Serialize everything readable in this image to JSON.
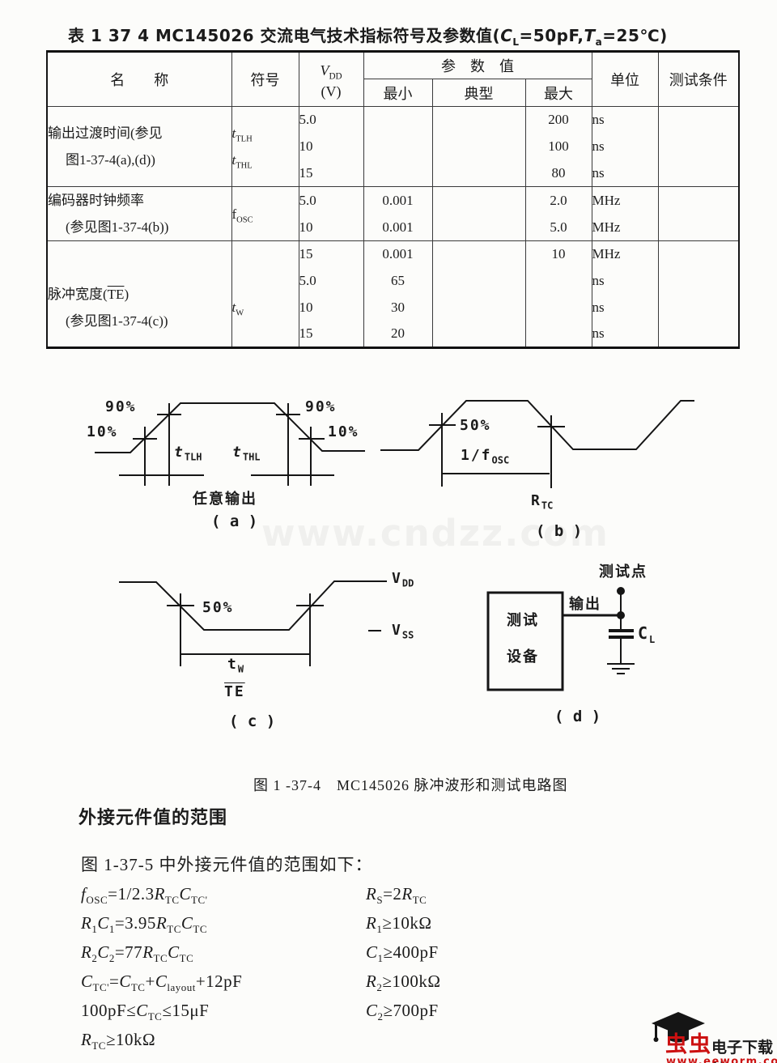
{
  "title_segments": [
    {
      "t": "表 1  37  4    MC145026 交流电气技术指标符号及参数值("
    },
    {
      "v": "C",
      "sub": "L"
    },
    {
      "t": "=50pF,"
    },
    {
      "v": "T",
      "sub": "a"
    },
    {
      "t": "=25℃)"
    }
  ],
  "table": {
    "col_name": "名　　称",
    "col_symbol": "符号",
    "col_vdd": [
      {
        "v": "V",
        "sub": "DD"
      }
    ],
    "col_vdd2": "(V)",
    "col_param": "参　数　值",
    "col_min": "最小",
    "col_typ": "典型",
    "col_max": "最大",
    "col_unit": "单位",
    "col_cond": "测试条件",
    "rows": {
      "g1": {
        "name1": "输出过渡时间(参见",
        "name2": "图1-37-4(a),(d))",
        "sym1": [
          {
            "v": "t",
            "sub": "TLH"
          }
        ],
        "sym2": [
          {
            "v": "t",
            "sub": "THL"
          }
        ],
        "lines": [
          {
            "vdd": "5.0",
            "min": "",
            "typ": "",
            "max": "200",
            "unit": "ns",
            "cond": ""
          },
          {
            "vdd": "10",
            "min": "",
            "typ": "",
            "max": "100",
            "unit": "ns",
            "cond": ""
          },
          {
            "vdd": "15",
            "min": "",
            "typ": "",
            "max": "80",
            "unit": "ns",
            "cond": ""
          }
        ]
      },
      "g2": {
        "name1": "编码器时钟频率",
        "name2": "(参见图1-37-4(b))",
        "sym": [
          {
            "t": "f",
            "sub": "OSC"
          }
        ],
        "lines": [
          {
            "vdd": "5.0",
            "min": "0.001",
            "typ": "",
            "max": "2.0",
            "unit": "MHz",
            "cond": ""
          },
          {
            "vdd": "10",
            "min": "0.001",
            "typ": "",
            "max": "5.0",
            "unit": "MHz",
            "cond": ""
          }
        ]
      },
      "g3": {
        "name1": [
          {
            "t": "脉冲宽度("
          },
          {
            "t": "TE",
            "ol": true
          },
          {
            "t": ")"
          }
        ],
        "name2": "(参见图1-37-4(c))",
        "sym": [
          {
            "v": "t",
            "sub": "W"
          }
        ],
        "lines": [
          {
            "vdd": "15",
            "min": "0.001",
            "typ": "",
            "max": "10",
            "unit": "MHz",
            "cond": ""
          },
          {
            "vdd": "5.0",
            "min": "65",
            "typ": "",
            "max": "",
            "unit": "ns",
            "cond": ""
          },
          {
            "vdd": "10",
            "min": "30",
            "typ": "",
            "max": "",
            "unit": "ns",
            "cond": ""
          },
          {
            "vdd": "15",
            "min": "20",
            "typ": "",
            "max": "",
            "unit": "ns",
            "cond": ""
          }
        ]
      }
    }
  },
  "diagrams": {
    "a": {
      "p90_left": "90%",
      "p10_left": "10%",
      "t_tlh": [
        {
          "v": "t",
          "sub": "TLH"
        }
      ],
      "t_thl": [
        {
          "v": "t",
          "sub": "THL"
        }
      ],
      "p90_right": "90%",
      "p10_right": "10%",
      "caption_cn": "任意输出",
      "tag": "( a )"
    },
    "b": {
      "p50": "50%",
      "period": [
        {
          "t": "1/f",
          "sub": "OSC"
        }
      ],
      "pin": [
        {
          "t": "R",
          "sub": "TC"
        }
      ],
      "tag": "( b )"
    },
    "c": {
      "p50": "50%",
      "t_w": [
        {
          "t": "t",
          "sub": "W"
        }
      ],
      "te": [
        {
          "t": "TE",
          "ol": true
        }
      ],
      "vdd": [
        {
          "t": "V",
          "sub": "DD"
        }
      ],
      "vss": [
        {
          "t": "V",
          "sub": "SS"
        }
      ],
      "tag": "( c )"
    },
    "d": {
      "test_point": "测试点",
      "output": "输出",
      "box_line1": "测试",
      "box_line2": "设备",
      "cl": [
        {
          "t": "C",
          "sub": "L"
        }
      ],
      "tag": "( d )"
    }
  },
  "fig_caption": "图 1 -37-4　MC145026 脉冲波形和测试电路图",
  "section": {
    "heading": "外接元件值的范围",
    "intro": "图 1-37-5 中外接元件值的范围如下："
  },
  "formulas": {
    "left": [
      [
        {
          "v": "f",
          "sub": "OSC"
        },
        {
          "t": "=1/2.3"
        },
        {
          "v": "R",
          "sub": "TC"
        },
        {
          "v": "C",
          "sub": "TC'"
        }
      ],
      [
        {
          "v": "R",
          "sub": "1"
        },
        {
          "v": "C",
          "sub": "1"
        },
        {
          "t": "=3.95"
        },
        {
          "v": "R",
          "sub": "TC"
        },
        {
          "v": "C",
          "sub": "TC"
        }
      ],
      [
        {
          "v": "R",
          "sub": "2"
        },
        {
          "v": "C",
          "sub": "2"
        },
        {
          "t": "=77"
        },
        {
          "v": "R",
          "sub": "TC"
        },
        {
          "v": "C",
          "sub": "TC"
        }
      ],
      [
        {
          "v": "C",
          "sub": "TC'"
        },
        {
          "t": "="
        },
        {
          "v": "C",
          "sub": "TC"
        },
        {
          "t": "+"
        },
        {
          "v": "C",
          "sub": "layout"
        },
        {
          "t": "+12pF"
        }
      ],
      [
        {
          "t": "100pF≤"
        },
        {
          "v": "C",
          "sub": "TC"
        },
        {
          "t": "≤15μF"
        }
      ],
      [
        {
          "v": "R",
          "sub": "TC"
        },
        {
          "t": "≥10kΩ"
        }
      ]
    ],
    "right": [
      [
        {
          "v": "R",
          "sub": "S"
        },
        {
          "t": "=2"
        },
        {
          "v": "R",
          "sub": "TC"
        }
      ],
      [
        {
          "v": "R",
          "sub": "1"
        },
        {
          "t": "≥10kΩ"
        }
      ],
      [
        {
          "v": "C",
          "sub": "1"
        },
        {
          "t": "≥400pF"
        }
      ],
      [
        {
          "v": "R",
          "sub": "2"
        },
        {
          "t": "≥100kΩ"
        }
      ],
      [
        {
          "v": "C",
          "sub": "2"
        },
        {
          "t": "≥700pF"
        }
      ]
    ]
  },
  "watermark": "www.cndzz.com",
  "logo": {
    "name_red": "虫虫",
    "name_black": "电子下载站",
    "url": "www.eeworm.com"
  },
  "colors": {
    "ink": "#1b1b1b",
    "logo_red": "#cc1111",
    "watermark": "#f0f0ee"
  }
}
